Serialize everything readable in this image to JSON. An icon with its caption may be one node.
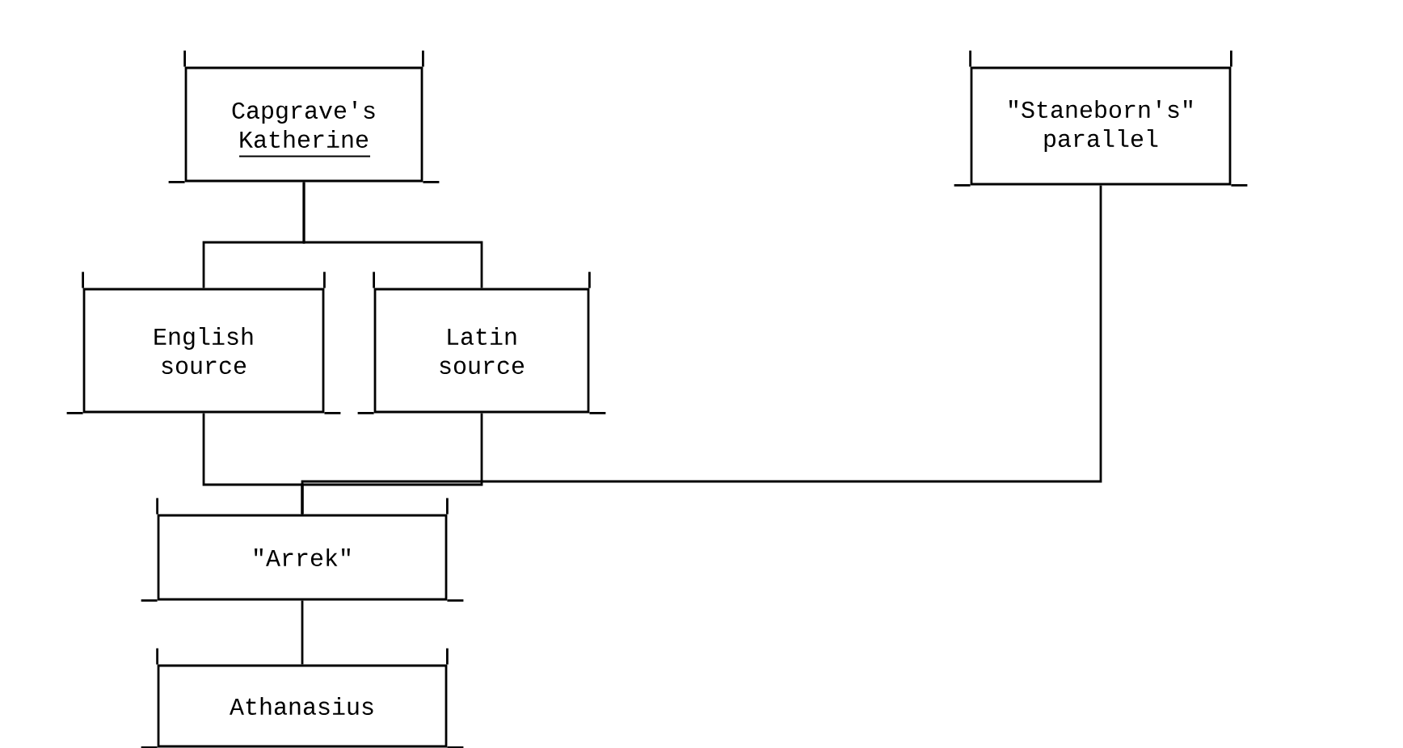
{
  "diagram": {
    "nodes": [
      {
        "text": [
          "Capgrave's Katherine"
        ]
      },
      {
        "text": [
          "English source"
        ]
      },
      {
        "text": [
          "Latin source"
        ]
      },
      {
        "text": [
          "\"Staneborn's\" parallel"
        ]
      },
      {
        "text": [
          "\"Arrek\""
        ]
      },
      {
        "text": [
          "Athanasius"
        ]
      }
    ],
    "edges": [
      {
        "from": 0,
        "to": 1,
        "arrow": "none"
      },
      {
        "from": 0,
        "to": 2,
        "arrow": "none"
      },
      {
        "from": 1,
        "to": 4,
        "arrow": "none"
      },
      {
        "from": 2,
        "to": 4,
        "arrow": "none"
      },
      {
        "from": 3,
        "to": 4,
        "arrow": "none"
      },
      {
        "from": 4,
        "to": 5,
        "arrow": "none"
      }
    ]
  }
}
